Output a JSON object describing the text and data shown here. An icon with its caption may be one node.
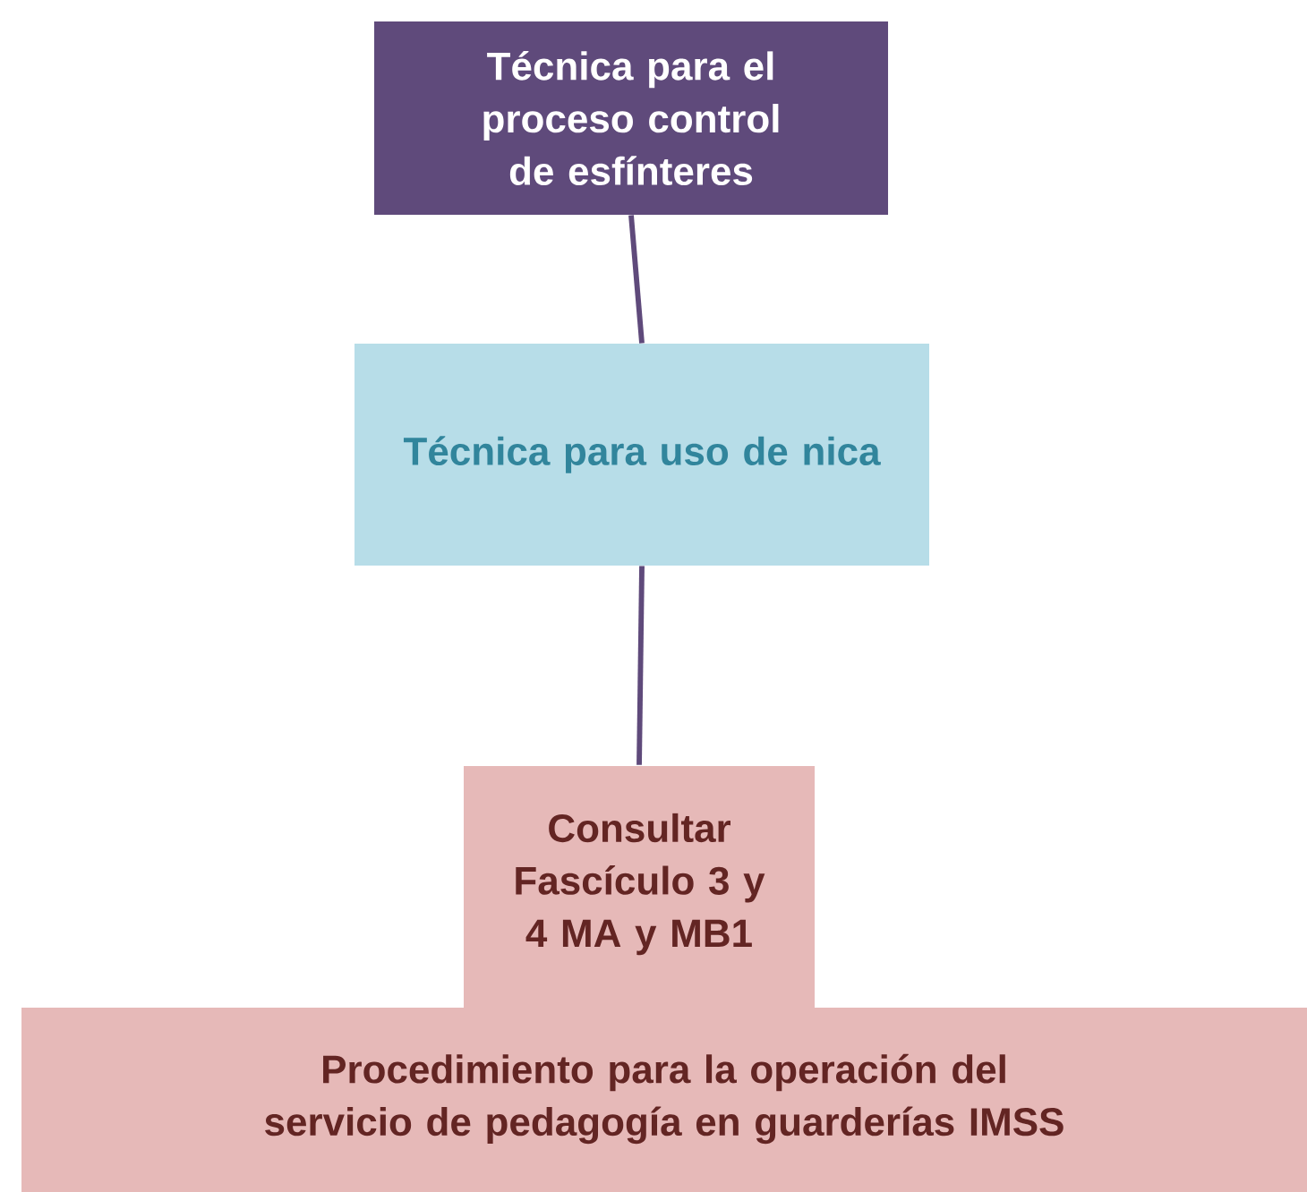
{
  "diagram": {
    "nodes": [
      {
        "text": [
          "Técnica para el proceso control de esfínteres"
        ]
      },
      {
        "text": [
          "Técnica para uso de nica"
        ]
      },
      {
        "text": [
          "Consultar Fascículo 3 y 4 MA y MB1"
        ]
      },
      {
        "text": [
          "Procedimiento para la operación del servicio de pedagogía en guarderías IMSS"
        ]
      }
    ],
    "edges": [
      {
        "from": 0,
        "to": 1,
        "arrow": "none"
      },
      {
        "from": 1,
        "to": 2,
        "arrow": "none"
      }
    ]
  }
}
